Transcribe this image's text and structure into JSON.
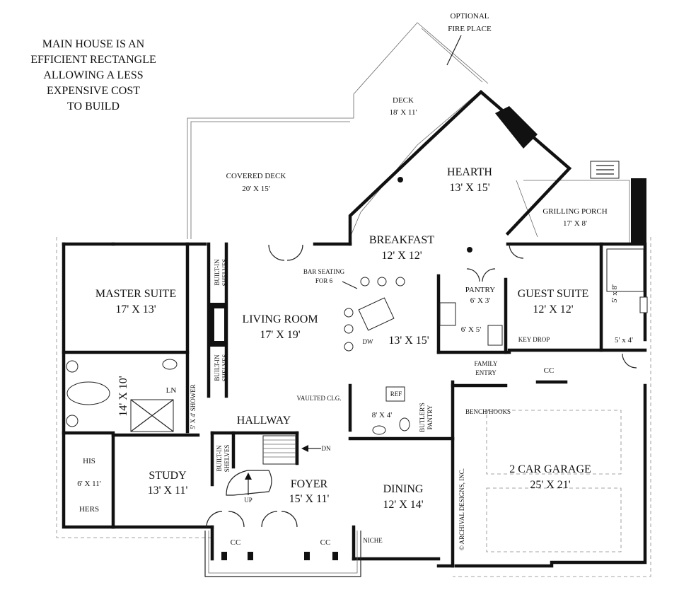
{
  "note": {
    "lines": [
      "MAIN HOUSE IS AN",
      "EFFICIENT RECTANGLE",
      "ALLOWING A LESS",
      "EXPENSIVE COST",
      "TO BUILD"
    ]
  },
  "callout": {
    "fireplace_lines": [
      "OPTIONAL",
      "FIRE PLACE"
    ],
    "bar_seating_lines": [
      "BAR SEATING",
      "FOR 6"
    ],
    "vaulted": "VAULTED CLG.",
    "niche": "NICHE",
    "key_drop": "KEY DROP",
    "bench_hooks": "BENCH/HOOKS",
    "family_entry_lines": [
      "FAMILY",
      "ENTRY"
    ],
    "butlers_pantry_lines": [
      "BUTLER'S",
      "PANTRY"
    ],
    "built_in_shelves_lines": [
      "BUILT-IN",
      "SHELVES"
    ],
    "shower": "5' X 4' SHOWER",
    "copyright": "© ARCHIVAL DESIGNS, INC."
  },
  "rooms": {
    "deck": {
      "name": "DECK",
      "size": "18' X 11'"
    },
    "covered_deck": {
      "name": "COVERED DECK",
      "size": "20' X 15'"
    },
    "hearth": {
      "name": "HEARTH",
      "size": "13' X 15'"
    },
    "grilling_porch": {
      "name": "GRILLING PORCH",
      "size": "17' X 8'"
    },
    "breakfast": {
      "name": "BREAKFAST",
      "size": "12' X 12'"
    },
    "master_suite": {
      "name": "MASTER SUITE",
      "size": "17' X 13'"
    },
    "living_room": {
      "name": "LIVING ROOM",
      "size": "17' X 19'"
    },
    "kitchen": {
      "size": "13' X 15'"
    },
    "pantry": {
      "name": "PANTRY",
      "size": "6' X 3'"
    },
    "laundry": {
      "size": "6' X 5'"
    },
    "guest_suite": {
      "name": "GUEST SUITE",
      "size": "12' X 12'"
    },
    "guest_bath_a": {
      "size": "5' x 8'"
    },
    "guest_bath_b": {
      "size": "5' x 4'"
    },
    "master_bath": {
      "size": "14' X 10'"
    },
    "ln": {
      "name": "LN"
    },
    "hallway": {
      "name": "HALLWAY"
    },
    "powder": {
      "size": "8' X 4'"
    },
    "ref": {
      "name": "REF"
    },
    "dw": {
      "name": "DW"
    },
    "cc1": {
      "name": "CC"
    },
    "cc2": {
      "name": "CC"
    },
    "cc3": {
      "name": "CC"
    },
    "his": {
      "name": "HIS"
    },
    "closet": {
      "size": "6' X 11'"
    },
    "hers": {
      "name": "HERS"
    },
    "study": {
      "name": "STUDY",
      "size": "13' X 11'"
    },
    "foyer": {
      "name": "FOYER",
      "size": "15' X 11'"
    },
    "dining": {
      "name": "DINING",
      "size": "12' X 14'"
    },
    "garage": {
      "name": "2 CAR GARAGE",
      "size": "25' X 21'"
    },
    "up": {
      "name": "UP"
    },
    "dn": {
      "name": "DN"
    }
  }
}
